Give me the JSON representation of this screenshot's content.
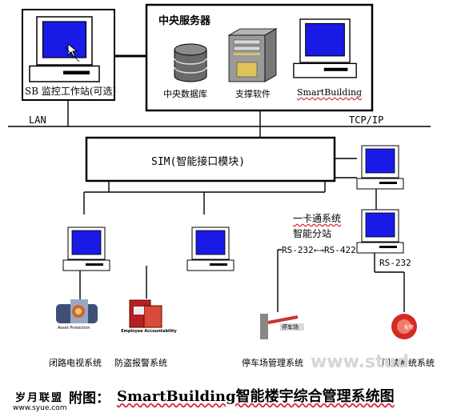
{
  "workstation": {
    "label": "SB 监控工作站(可选)"
  },
  "central_server": {
    "title": "中央服务器",
    "database_label": "中央数据库",
    "software_label": "支撑软件",
    "smartbuilding_label": "SmartBuilding"
  },
  "network": {
    "lan_label": "LAN",
    "tcpip_label": "TCP/IP"
  },
  "sim": {
    "label": "SIM(智能接口模块)"
  },
  "card_system": {
    "line1": "一卡通系统",
    "line2": "智能分站"
  },
  "links": {
    "rs232_422": "RS-232←→RS-422",
    "rs232": "RS-232"
  },
  "subsystems": [
    {
      "label": "闭路电视系统",
      "icon_caption": "Asset Protection"
    },
    {
      "label": "防盗报警系统",
      "icon_caption": "Employee Accountability"
    },
    {
      "label": "停车场管理系统",
      "icon_caption": "停车场"
    },
    {
      "label": "门禁系统系统",
      "icon_caption": "报警"
    }
  ],
  "caption": {
    "prefix": "附图：",
    "text": "SmartBuilding智能楼宇综合管理系统图"
  },
  "watermark": {
    "brand": "岁月联盟",
    "url": "www.syue.com",
    "faint": "www.stud"
  },
  "colors": {
    "screen": "#1a1ae6",
    "server_body": "#9a9a9a",
    "db": "#6a6a6a"
  }
}
